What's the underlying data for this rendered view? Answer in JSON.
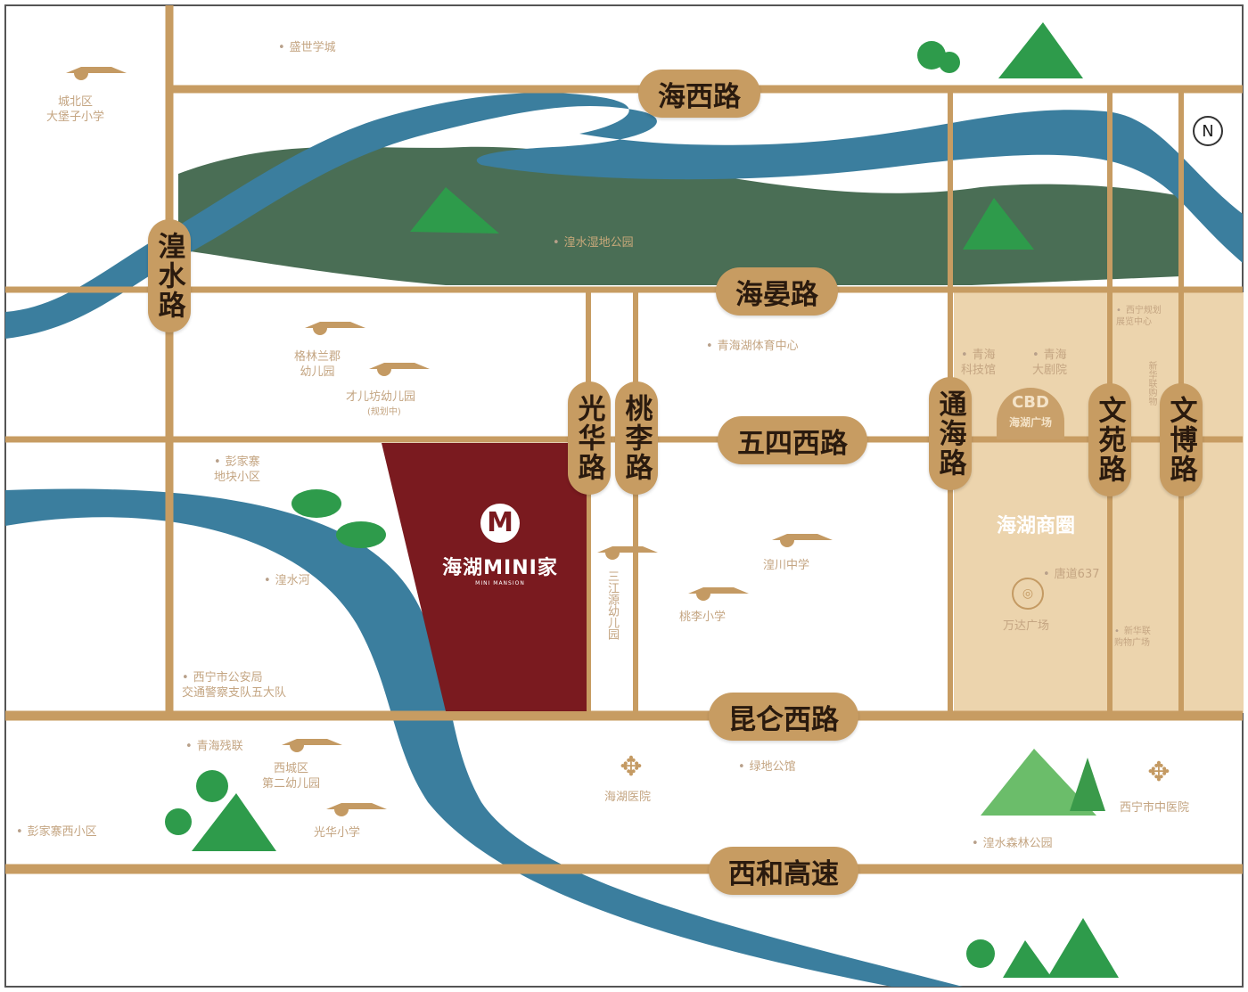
{
  "colors": {
    "road": "#c79c62",
    "river": "#3b7e9e",
    "hill": "#4a6e55",
    "project": "#7a1a1f",
    "cbd_zone": "#ecd4ad",
    "tree": "#2e9b4b"
  },
  "roads": {
    "haixi": "海西路",
    "haiyan": "海晏路",
    "wusi_xi": "五四西路",
    "kunlun_xi": "昆仑西路",
    "xihe_gaosu": "西和高速",
    "huangshui": "湟水路",
    "guanghua": "光华路",
    "taoli": "桃李路",
    "tonghai": "通海路",
    "wenyuan": "文苑路",
    "wenbo": "文博路"
  },
  "project": {
    "logo_letter": "M",
    "name": "海湖MINI家",
    "subtitle": "MINI MANSION"
  },
  "cbd": {
    "title": "CBD",
    "subtitle": "海湖广场",
    "district": "海湖商圈"
  },
  "pois": {
    "shengshi_xuecheng": "盛世学城",
    "chengbei_school": "城北区\n大堡子小学",
    "wetland_park": "湟水湿地公园",
    "sports_center": "青海湖体育中心",
    "kindergarten_1": "格林兰郡\n幼儿园",
    "kindergarten_2": "才儿坊幼儿园",
    "kindergarten_2_note": "(规划中)",
    "pengjiazhai_area": "彭家寨\n地块小区",
    "river_label": "湟水河",
    "police": "西宁市公安局\n交通警察支队五大队",
    "sanyuan_kindergarten": "三江源幼儿园",
    "huangchuan_school": "湟川中学",
    "taoli_school": "桃李小学",
    "qinghai_tech": "青海\n科技馆",
    "qinghai_theatre": "青海\n大剧院",
    "xining_planning": "西宁规划\n展览中心",
    "vertical_poi": "新华联购物",
    "haihu_637": "唐道637",
    "wanda": "万达广场",
    "xinhua_plaza": "新华联\n购物广场",
    "qinghai_unicom": "青海残联",
    "xicheng_kindergarten": "西城区\n第二幼儿园",
    "guanghua_school": "光华小学",
    "pengjiazhai_west": "彭家寨西小区",
    "haihu_hospital": "海湖医院",
    "green_park": "绿地公馆",
    "forest_park": "湟水森林公园",
    "chinese_hospital": "西宁市中医院"
  },
  "compass": "N"
}
